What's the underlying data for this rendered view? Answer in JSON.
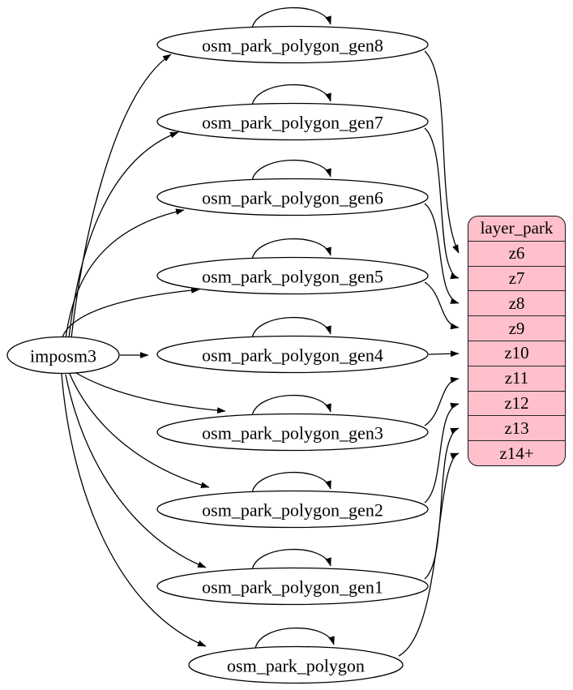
{
  "graph": {
    "source": {
      "label": "imposm3"
    },
    "nodes": [
      {
        "label": "osm_park_polygon_gen8",
        "maps_to": "z6"
      },
      {
        "label": "osm_park_polygon_gen7",
        "maps_to": "z7"
      },
      {
        "label": "osm_park_polygon_gen6",
        "maps_to": "z8"
      },
      {
        "label": "osm_park_polygon_gen5",
        "maps_to": "z9"
      },
      {
        "label": "osm_park_polygon_gen4",
        "maps_to": "z10"
      },
      {
        "label": "osm_park_polygon_gen3",
        "maps_to": "z11"
      },
      {
        "label": "osm_park_polygon_gen2",
        "maps_to": "z12"
      },
      {
        "label": "osm_park_polygon_gen1",
        "maps_to": "z13"
      },
      {
        "label": "osm_park_polygon",
        "maps_to": "z14+"
      }
    ],
    "layer_table": {
      "title": "layer_park",
      "rows": [
        "z6",
        "z7",
        "z8",
        "z9",
        "z10",
        "z11",
        "z12",
        "z13",
        "z14+"
      ]
    },
    "edges": [
      {
        "from": "imposm3",
        "to": "osm_park_polygon_gen8"
      },
      {
        "from": "imposm3",
        "to": "osm_park_polygon_gen7"
      },
      {
        "from": "imposm3",
        "to": "osm_park_polygon_gen6"
      },
      {
        "from": "imposm3",
        "to": "osm_park_polygon_gen5"
      },
      {
        "from": "imposm3",
        "to": "osm_park_polygon_gen4"
      },
      {
        "from": "imposm3",
        "to": "osm_park_polygon_gen3"
      },
      {
        "from": "imposm3",
        "to": "osm_park_polygon_gen2"
      },
      {
        "from": "imposm3",
        "to": "osm_park_polygon_gen1"
      },
      {
        "from": "imposm3",
        "to": "osm_park_polygon"
      },
      {
        "from": "osm_park_polygon_gen8",
        "to": "osm_park_polygon_gen8"
      },
      {
        "from": "osm_park_polygon_gen7",
        "to": "osm_park_polygon_gen7"
      },
      {
        "from": "osm_park_polygon_gen6",
        "to": "osm_park_polygon_gen6"
      },
      {
        "from": "osm_park_polygon_gen5",
        "to": "osm_park_polygon_gen5"
      },
      {
        "from": "osm_park_polygon_gen4",
        "to": "osm_park_polygon_gen4"
      },
      {
        "from": "osm_park_polygon_gen3",
        "to": "osm_park_polygon_gen3"
      },
      {
        "from": "osm_park_polygon_gen2",
        "to": "osm_park_polygon_gen2"
      },
      {
        "from": "osm_park_polygon_gen1",
        "to": "osm_park_polygon_gen1"
      },
      {
        "from": "osm_park_polygon",
        "to": "osm_park_polygon"
      },
      {
        "from": "osm_park_polygon_gen8",
        "to": "layer_park:z6"
      },
      {
        "from": "osm_park_polygon_gen7",
        "to": "layer_park:z7"
      },
      {
        "from": "osm_park_polygon_gen6",
        "to": "layer_park:z8"
      },
      {
        "from": "osm_park_polygon_gen5",
        "to": "layer_park:z9"
      },
      {
        "from": "osm_park_polygon_gen4",
        "to": "layer_park:z10"
      },
      {
        "from": "osm_park_polygon_gen3",
        "to": "layer_park:z11"
      },
      {
        "from": "osm_park_polygon_gen2",
        "to": "layer_park:z12"
      },
      {
        "from": "osm_park_polygon_gen1",
        "to": "layer_park:z13"
      },
      {
        "from": "osm_park_polygon",
        "to": "layer_park:z14+"
      }
    ],
    "colors": {
      "table_fill": "#ffc0cb",
      "node_fill": "#ffffff",
      "edge": "#000000",
      "background": "#ffffff"
    }
  }
}
